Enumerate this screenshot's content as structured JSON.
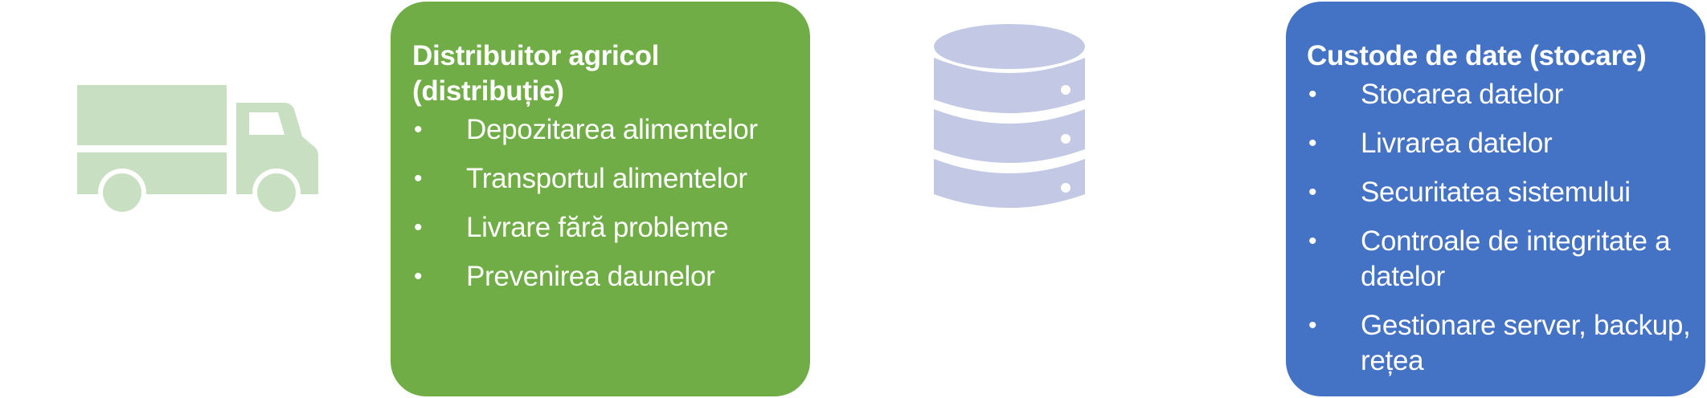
{
  "colors": {
    "truck": "#c9dfc1",
    "database": "#c3c9e4",
    "distributor_card": "#70ad47",
    "custodian_card": "#4472c4",
    "card_text": "#ffffff"
  },
  "icons": {
    "left": "truck-icon",
    "middle": "database-icon"
  },
  "distributor": {
    "title": "Distribuitor agricol (distribuție)",
    "items": [
      "Depozitarea alimentelor",
      "Transportul alimentelor",
      "Livrare fără probleme",
      "Prevenirea daunelor"
    ]
  },
  "custodian": {
    "title": "Custode de date (stocare)",
    "items": [
      "Stocarea datelor",
      "Livrarea datelor",
      "Securitatea sistemului",
      "Controale de integritate a datelor",
      "Gestionare server, backup, rețea"
    ]
  },
  "bullet": "•"
}
